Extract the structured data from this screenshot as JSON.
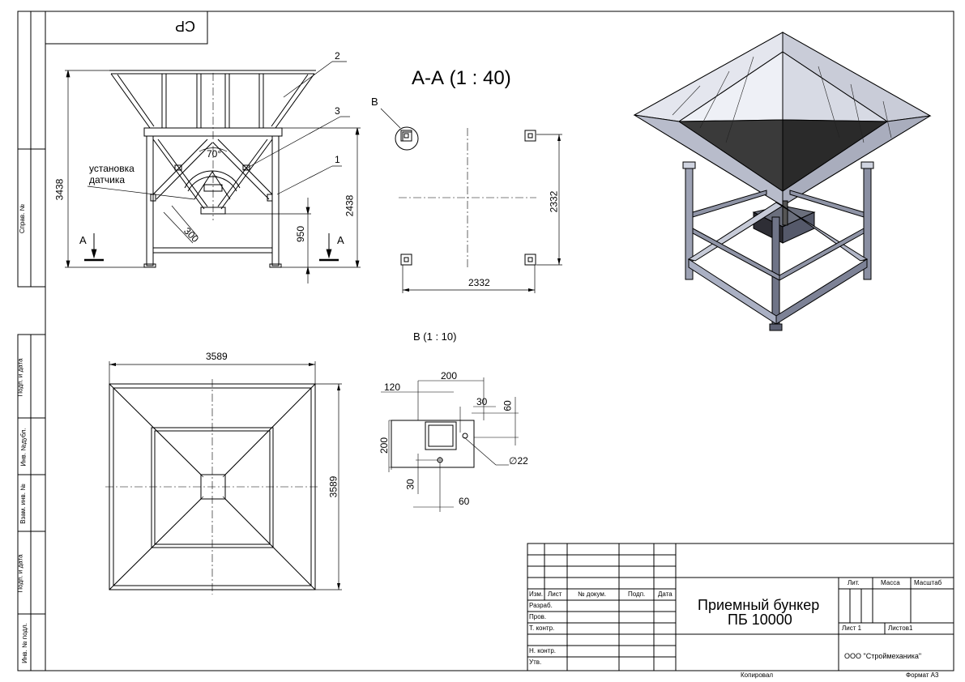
{
  "sheet": {
    "stamp_code": "СР",
    "section_title": "А-А  (1 : 40)",
    "detail_title": "В  (1 : 10)",
    "detail_marker": "В",
    "section_marker": "А"
  },
  "front_view": {
    "callouts": [
      "2",
      "3",
      "1"
    ],
    "sensor_label_line1": "установка",
    "sensor_label_line2": "датчика",
    "angle": "70°",
    "dim_overall_height": "3438",
    "dim_frame_height": "2438",
    "dim_outlet_height": "950",
    "dim_diag": "300"
  },
  "section_view": {
    "dim_width": "2332",
    "dim_depth": "2332"
  },
  "plan_view": {
    "dim_width": "3589",
    "dim_height": "3589"
  },
  "detail_view": {
    "dim_120": "120",
    "dim_200_top": "200",
    "dim_30_top": "30",
    "dim_60_right": "60",
    "dim_200_left": "200",
    "dim_hole": "∅22",
    "dim_30_left": "30",
    "dim_60_bottom": "60"
  },
  "left_strip": {
    "labels": [
      "Справ. №",
      "Подп. и дата",
      "Инв. №дубл.",
      "Взам. инв. №",
      "Подп. и дата",
      "Инв. № подл."
    ]
  },
  "title_block": {
    "headers": [
      "Изм.",
      "Лист",
      "№ докум.",
      "Подп.",
      "Дата"
    ],
    "roles": [
      "Разраб.",
      "Пров.",
      "Т. контр.",
      "",
      "Н. контр.",
      "Утв."
    ],
    "title_line1": "Приемный бункер",
    "title_line2": "ПБ 10000",
    "lit_label": "Лит.",
    "mass_label": "Масса",
    "scale_label": "Масштаб",
    "sheet_label": "Лист 1",
    "sheets_label": "Листов1",
    "company": "ООО \"Строймеханика\"",
    "copied": "Копировал",
    "format": "Формат А3"
  }
}
